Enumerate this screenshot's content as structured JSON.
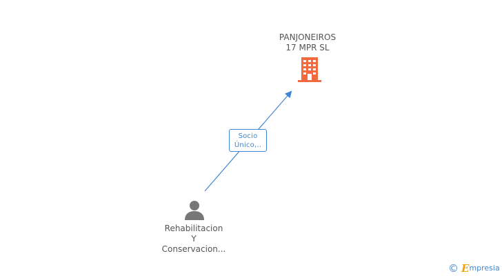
{
  "company": {
    "name_line1": "PANJONEIROS",
    "name_line2": "17 MPR SL",
    "icon": "building-icon",
    "icon_color": "#f26a3d"
  },
  "relation": {
    "line1": "Socio",
    "line2": "Único,..",
    "color": "#3f86d1"
  },
  "person": {
    "name_line1": "Rehabilitacion",
    "name_line2": "Y",
    "name_line3": "Conservacion...",
    "icon": "person-icon",
    "icon_color": "#777777"
  },
  "footer": {
    "copyright_symbol": "©",
    "brand_initial": "E",
    "brand_rest": "mpresia"
  }
}
